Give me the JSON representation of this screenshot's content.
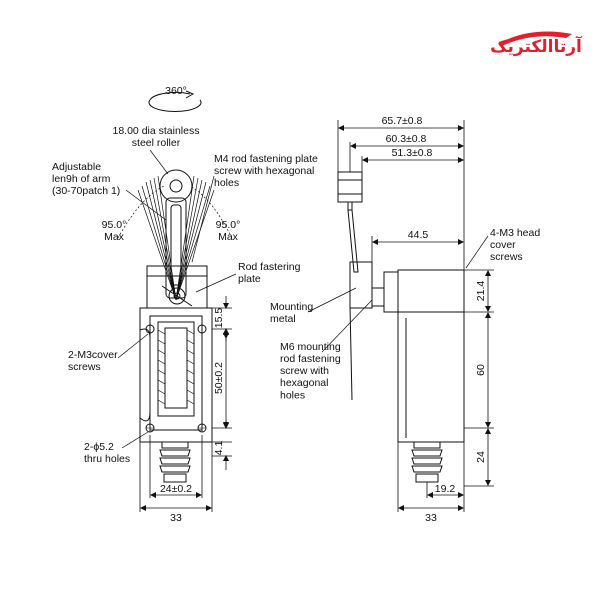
{
  "logo": {
    "text": "آرتاالکتریک",
    "color": "#e0202c"
  },
  "front_view": {
    "rotation": "360°",
    "roller": "18.00 dia stainless\nsteel roller",
    "arm": "Adjustable\nlen9h of arm\n(30-70patch 1)",
    "angle_left": "95.0°\nMax",
    "angle_right": "95.0°\nMax",
    "m4_screw": "M4 rod fastening plate\nscrew with hexagonal\nholes",
    "rod_plate": "Rod fastering\nplate",
    "cover_screws": "2-M3cover\nscrews",
    "thru_holes": "2-ϕ5.2\nthru holes",
    "dim_15_5": "15.5",
    "dim_50": "50±0.2",
    "dim_4_1": "4.1",
    "dim_24": "24±0.2",
    "dim_33": "33"
  },
  "side_view": {
    "dim_65_7": "65.7±0.8",
    "dim_60_3": "60.3±0.8",
    "dim_51_3": "51.3±0.8",
    "dim_44_5": "44.5",
    "head_screws": "4-M3 head\ncover\nscrews",
    "mounting_metal": "Mounting\nmetal",
    "m6_screw": "M6 mounting\nrod fastening\nscrew with\nhexagonal\nholes",
    "dim_21_4": "21.4",
    "dim_60": "60",
    "dim_24": "24",
    "dim_19_2": "19.2",
    "dim_33": "33"
  }
}
